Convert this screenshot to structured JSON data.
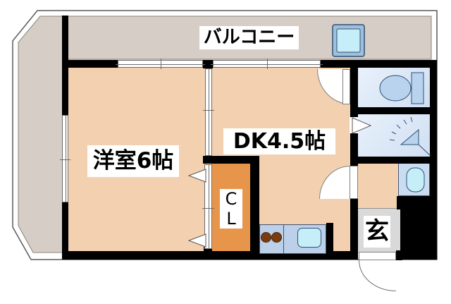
{
  "document_type": "apartment-floor-plan",
  "labels": {
    "balcony": "バルコニー",
    "western_room": "洋室6帖",
    "dining_kitchen": "DK4.5帖",
    "closet_line1": "C",
    "closet_line2": "L",
    "entrance": "玄"
  },
  "rooms": [
    {
      "id": "balcony",
      "label": "バルコニー"
    },
    {
      "id": "western-room",
      "label": "洋室6帖"
    },
    {
      "id": "dining-kitchen",
      "label": "DK4.5帖"
    },
    {
      "id": "closet",
      "label": "CL"
    },
    {
      "id": "entrance-genkan",
      "label": "玄"
    },
    {
      "id": "toilet",
      "label": ""
    },
    {
      "id": "bathroom",
      "label": ""
    },
    {
      "id": "washbasin-alcove",
      "label": ""
    },
    {
      "id": "hallway",
      "label": ""
    }
  ],
  "icons": [
    "toilet-icon",
    "shower-icon",
    "washbasin-icon",
    "washing-machine-pan-icon",
    "stove-burners-icon",
    "kitchen-sink-icon",
    "door-swing-icon",
    "entrance-door-swing-icon",
    "sliding-door-icon",
    "folding-door-triangle-icon"
  ],
  "colors": {
    "wall": "#000000",
    "room_floor": "#f3d1b0",
    "balcony_floor": "#d6cec6",
    "closet_orange": "#e8954c",
    "wet_area_blue": "#dce9f8",
    "fixture_blue": "#b9d3ee",
    "fixture_cyan": "#c5eef9",
    "entrance_gray": "#d9d9d9",
    "kitchen_counter": "#bcd0ea",
    "stove_burner": "#7a3b10",
    "outline": "#6b6b6b"
  }
}
